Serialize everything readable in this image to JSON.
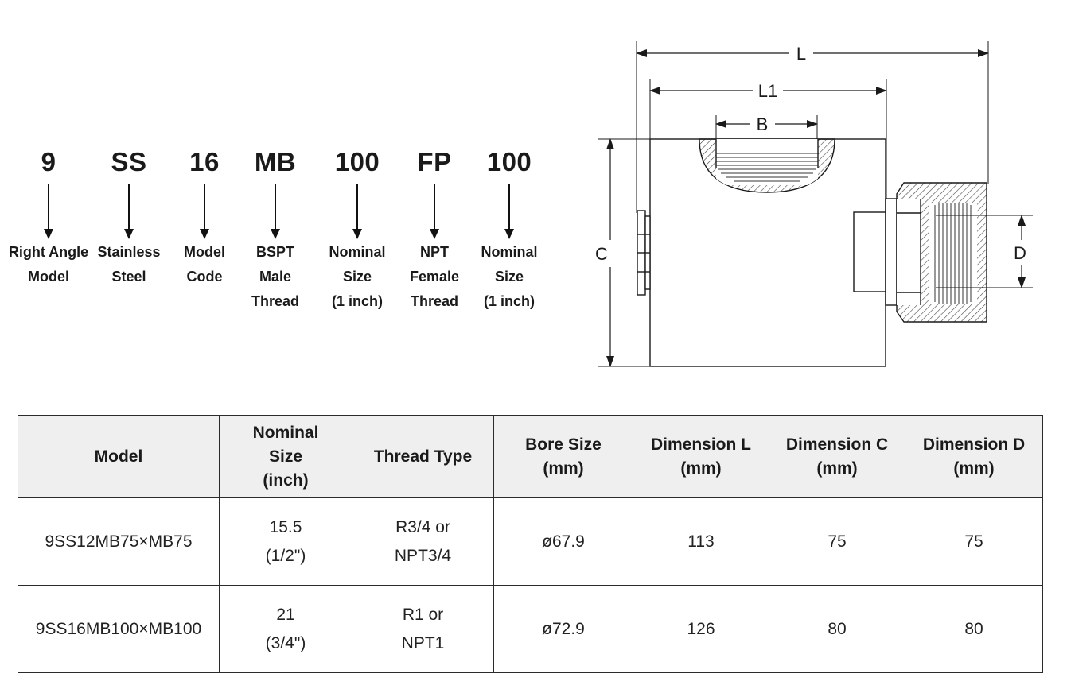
{
  "model_code": {
    "segments": [
      {
        "value": "9",
        "desc": "Right Angle\nModel"
      },
      {
        "value": "SS",
        "desc": "Stainless\nSteel"
      },
      {
        "value": "16",
        "desc": "Model\nCode"
      },
      {
        "value": "MB",
        "desc": "BSPT\nMale\nThread"
      },
      {
        "value": "100",
        "desc": "Nominal\nSize\n(1 inch)"
      },
      {
        "value": "FP",
        "desc": "NPT\nFemale\nThread"
      },
      {
        "value": "100",
        "desc": "Nominal\nSize\n(1 inch)"
      }
    ]
  },
  "drawing": {
    "dimension_labels": {
      "L": "L",
      "L1": "L1",
      "B": "B",
      "C": "C",
      "D": "D"
    }
  },
  "table": {
    "headers": [
      "Model",
      "Nominal\nSize\n(inch)",
      "Thread Type",
      "Bore Size\n(mm)",
      "Dimension L\n(mm)",
      "Dimension C\n(mm)",
      "Dimension D\n(mm)"
    ],
    "rows": [
      [
        "9SS12MB75×MB75",
        "15.5\n(1/2\")",
        "R3/4 or\nNPT3/4",
        "ø67.9",
        "113",
        "75",
        "75"
      ],
      [
        "9SS16MB100×MB100",
        "21\n(3/4\")",
        "R1 or\nNPT1",
        "ø72.9",
        "126",
        "80",
        "80"
      ]
    ]
  }
}
